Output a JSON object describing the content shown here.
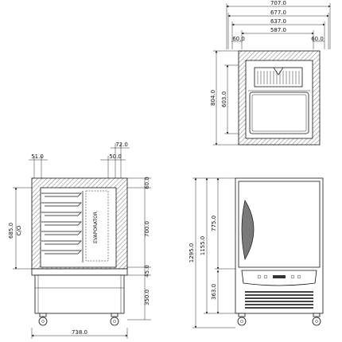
{
  "top_view": {
    "width_overall": "707.0",
    "width_outer": "677.0",
    "width_inner_a": "637.0",
    "width_inner_b": "587.0",
    "side_left": "60.0",
    "side_right": "60.0",
    "height_total": "804.0",
    "height_inner": "603.0"
  },
  "side_view": {
    "top_offset_a": "72.0",
    "top_offset_b": "50.0",
    "left_wall": "51.0",
    "label_capacity": "685.0",
    "label_co": "C/O",
    "evaporator": "EVAPORATOR",
    "top_insulation": "60.0",
    "chamber_height": "700.0",
    "floor_thickness": "45.0",
    "base_height": "350.0",
    "width_total": "738.0"
  },
  "front_view": {
    "height_total": "1295.0",
    "height_body": "1155.0",
    "door_height": "775.0",
    "base_height": "363.0"
  }
}
